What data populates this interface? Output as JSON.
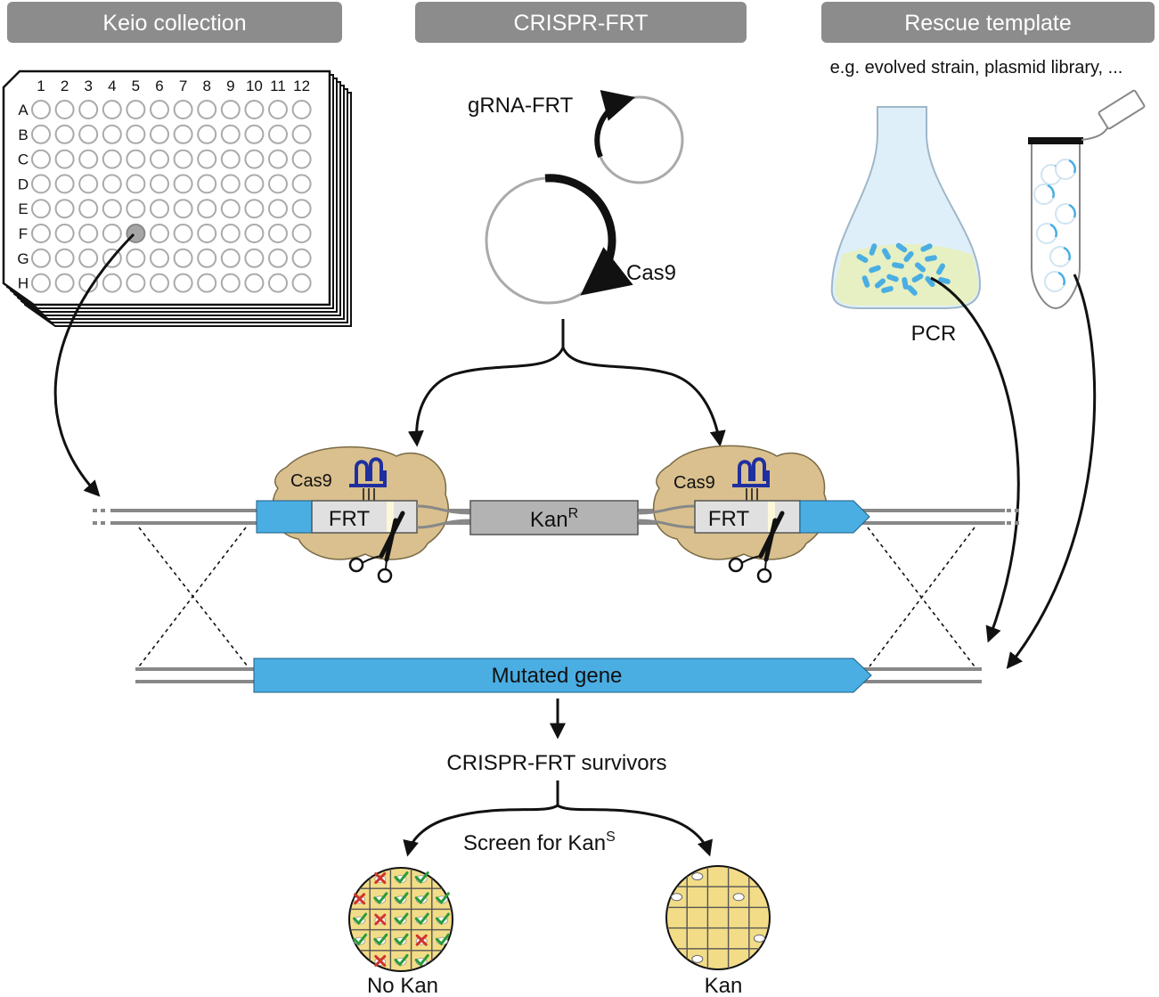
{
  "headers": {
    "keio": "Keio collection",
    "crispr": "CRISPR-FRT",
    "rescue": "Rescue template"
  },
  "rescue_caption": "e.g. evolved strain, plasmid library, ...",
  "plate": {
    "columns": [
      "1",
      "2",
      "3",
      "4",
      "5",
      "6",
      "7",
      "8",
      "9",
      "10",
      "11",
      "12"
    ],
    "rows": [
      "A",
      "B",
      "C",
      "D",
      "E",
      "F",
      "G",
      "H"
    ],
    "selected_well": {
      "row": "F",
      "column": "5"
    }
  },
  "plasmids": {
    "grna_label": "gRNA-FRT",
    "cas9_label": "Cas9"
  },
  "pcr_label": "PCR",
  "locus": {
    "cas9_left": "Cas9",
    "cas9_right": "Cas9",
    "frt_left": "FRT",
    "frt_right": "FRT",
    "kan_base": "Kan",
    "kan_sup": "R"
  },
  "mutated_gene_label": "Mutated gene",
  "survivors_label": "CRISPR-FRT survivors",
  "screen": {
    "text": "Screen for Kan",
    "sup": "S"
  },
  "dishes": {
    "no_kan": "No Kan",
    "kan": "Kan"
  },
  "colors": {
    "header_bg": "#8c8c8c",
    "gene_blue": "#4aaee3",
    "cas9_tan": "#d9c08e",
    "kan_box": "#b3b3b3",
    "frt_box": "#e0e0e0",
    "dish_yellow": "#f3dc87",
    "check_green": "#2a9b3a",
    "cross_red": "#d0342c",
    "grna_blue": "#1f2fa0"
  }
}
